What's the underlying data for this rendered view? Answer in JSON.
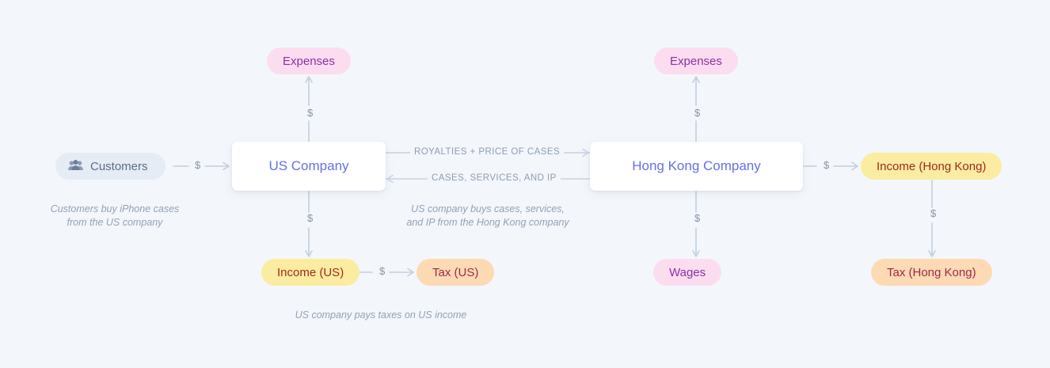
{
  "background_color": "#f3f7fb",
  "nodes": {
    "customers": {
      "label": "Customers",
      "icon": "people-icon",
      "color": "#e6ecf5",
      "text_color": "#5c6b86"
    },
    "us_company": {
      "label": "US Company",
      "color": "#ffffff",
      "text_color": "#6271e8"
    },
    "hk_company": {
      "label": "Hong Kong Company",
      "color": "#ffffff",
      "text_color": "#6271e8"
    },
    "expenses_us": {
      "label": "Expenses",
      "color": "#fcddf0",
      "text_color": "#8b2fa8"
    },
    "expenses_hk": {
      "label": "Expenses",
      "color": "#fcddf0",
      "text_color": "#8b2fa8"
    },
    "income_us": {
      "label": "Income (US)",
      "color": "#fbeca1",
      "text_color": "#9c2a1e"
    },
    "tax_us": {
      "label": "Tax (US)",
      "color": "#fdd9b4",
      "text_color": "#9c2a4a"
    },
    "wages": {
      "label": "Wages",
      "color": "#fcddf0",
      "text_color": "#8b2fa8"
    },
    "income_hk": {
      "label": "Income (Hong Kong)",
      "color": "#fbeca1",
      "text_color": "#9c2a1e"
    },
    "tax_hk": {
      "label": "Tax (Hong Kong)",
      "color": "#fdd9b4",
      "text_color": "#9c2a4a"
    }
  },
  "edges": {
    "customers_to_us": {
      "label": "$"
    },
    "us_to_expenses": {
      "label": "$"
    },
    "us_to_income": {
      "label": "$"
    },
    "income_us_to_tax_us": {
      "label": "$"
    },
    "us_to_hk_top": {
      "label": "ROYALTIES + PRICE OF CASES"
    },
    "hk_to_us_bottom": {
      "label": "CASES, SERVICES, AND IP"
    },
    "hk_to_expenses": {
      "label": "$"
    },
    "hk_to_wages": {
      "label": "$"
    },
    "hk_to_income": {
      "label": "$"
    },
    "income_hk_to_tax_hk": {
      "label": "$"
    }
  },
  "captions": {
    "customers": "Customers buy iPhone cases\nfrom the US company",
    "middle": "US company buys cases, services,\nand IP from the Hong Kong company",
    "bottom": "US company pays taxes on US income"
  }
}
